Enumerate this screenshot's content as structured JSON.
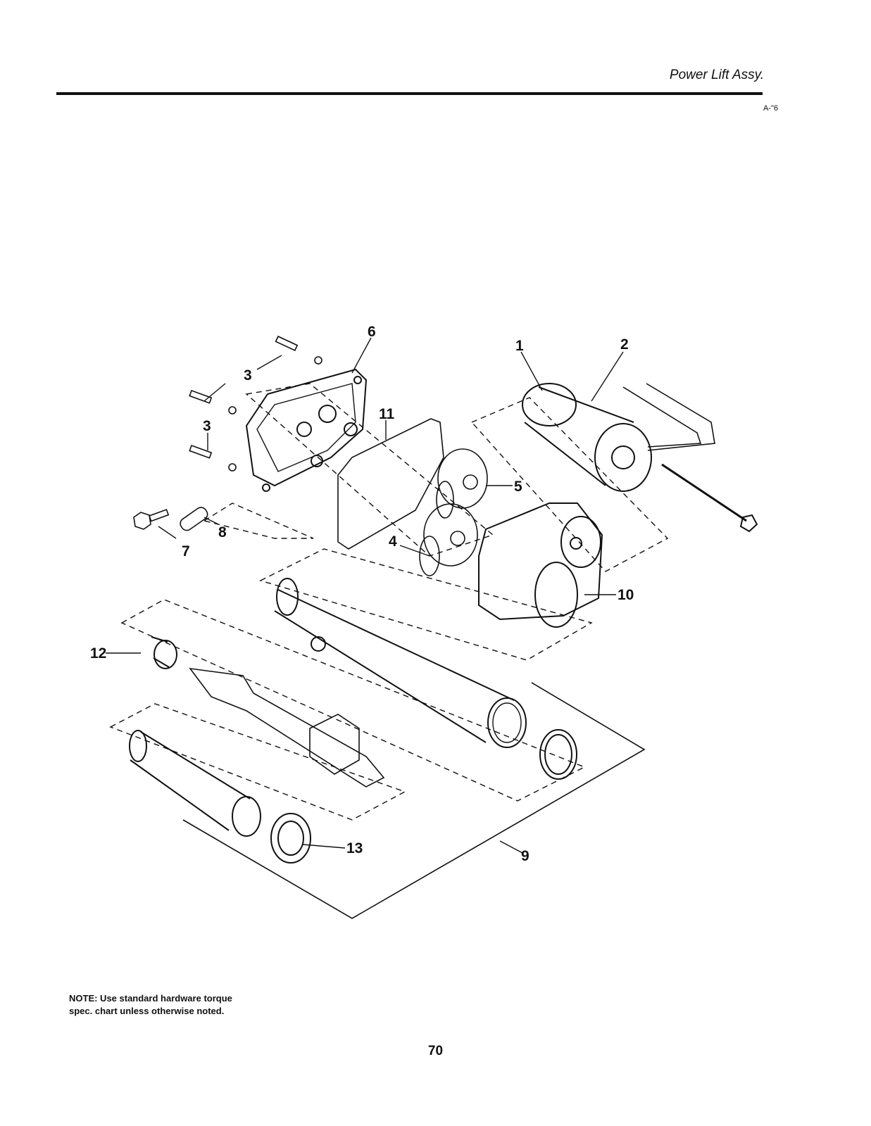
{
  "header": {
    "title": "Power Lift Assy.",
    "ref_code": "A-\"6"
  },
  "diagram": {
    "callouts": [
      {
        "id": "1",
        "label": "1"
      },
      {
        "id": "2",
        "label": "2"
      },
      {
        "id": "3a",
        "label": "3"
      },
      {
        "id": "3b",
        "label": "3"
      },
      {
        "id": "4",
        "label": "4"
      },
      {
        "id": "5",
        "label": "5"
      },
      {
        "id": "6",
        "label": "6"
      },
      {
        "id": "7",
        "label": "7"
      },
      {
        "id": "8",
        "label": "8"
      },
      {
        "id": "9",
        "label": "9"
      },
      {
        "id": "10",
        "label": "10"
      },
      {
        "id": "11",
        "label": "11"
      },
      {
        "id": "12",
        "label": "12"
      },
      {
        "id": "13",
        "label": "13"
      }
    ]
  },
  "note": {
    "text": "NOTE: Use standard hardware torque spec. chart unless otherwise noted."
  },
  "footer": {
    "page_number": "70"
  }
}
